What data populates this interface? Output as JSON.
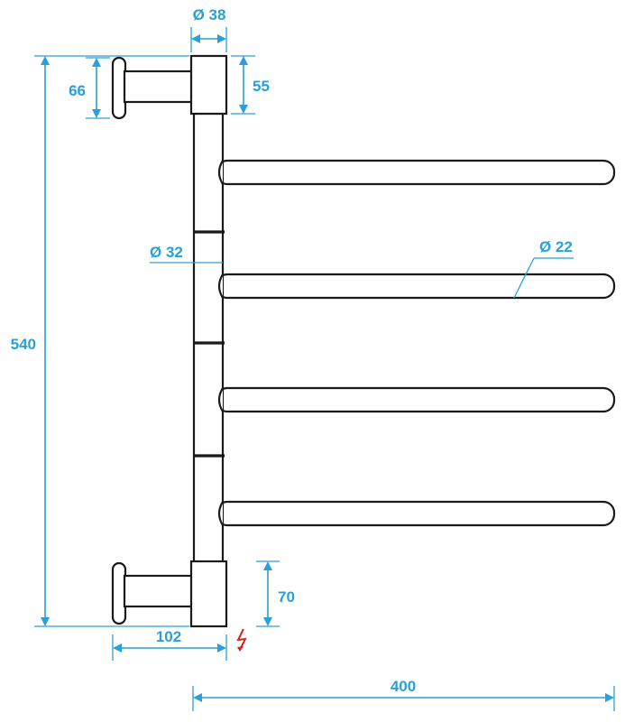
{
  "diagram": {
    "dimensions": {
      "top_mount_diameter": "Ø 38",
      "top_mount_height": "55",
      "wall_flange_height": "66",
      "overall_height": "540",
      "column_diameter": "Ø 32",
      "arm_diameter": "Ø 22",
      "bottom_mount_height": "70",
      "wall_projection": "102",
      "arm_length": "400"
    },
    "colors": {
      "dimension": "#2a9fd8",
      "outline": "#1a1a1a",
      "electric_symbol": "#e02020"
    },
    "icons": {
      "electric": "lightning-bolt-icon"
    }
  }
}
